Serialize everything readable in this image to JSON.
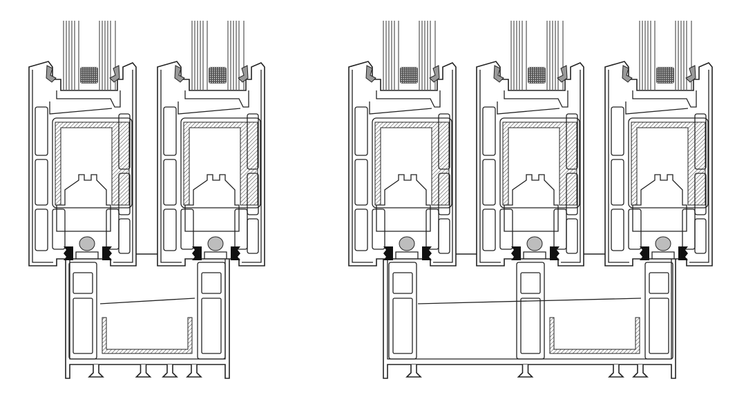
{
  "colors": {
    "line": "#222222",
    "gasket": "#111111",
    "spacer": "#555555",
    "knob": "#bdbdbd",
    "background": "#ffffff"
  },
  "diagrams": [
    {
      "id": "two-sash-section",
      "sash_count": 2
    },
    {
      "id": "three-sash-section",
      "sash_count": 3
    }
  ]
}
